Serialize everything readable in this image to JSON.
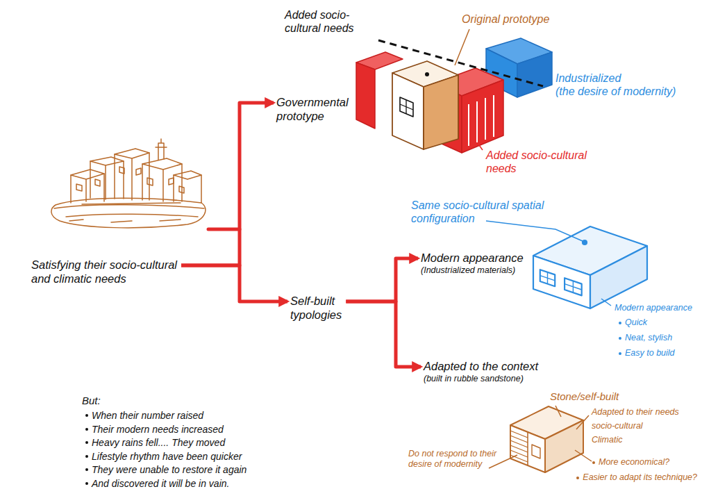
{
  "diagram": {
    "nodes": [
      {
        "text": [
          "Satisfying their socio-cultural and climatic needs"
        ]
      },
      {
        "text": [
          "Governmental prototype"
        ]
      },
      {
        "text": [
          "Self-built typologies"
        ]
      },
      {
        "text": [
          "Modern appearance",
          "(Industrialized materials)"
        ]
      },
      {
        "text": [
          "Adapted to the context",
          "(built in rubble sandstone)"
        ]
      }
    ],
    "edges": [
      {
        "from": 0,
        "to": 1,
        "arrow": "to"
      },
      {
        "from": 0,
        "to": 2,
        "arrow": "to"
      },
      {
        "from": 2,
        "to": 3,
        "arrow": "to"
      },
      {
        "from": 2,
        "to": 4,
        "arrow": "to"
      }
    ],
    "labels": [
      "Added socio-cultural needs",
      "Original prototype",
      "Industrialized (the desire of modernity)",
      "Added socio-cultural needs",
      "Same socio-cultural spatial configuration",
      "Modern appearance",
      "Quick",
      "Neat, stylish",
      "Easy to build",
      "Stone/self-built",
      "Adapted to their needs",
      "socio-cultural",
      "Climatic",
      "Do not respond to their desire of modernity",
      "More economical?",
      "Easier to adapt its technique?",
      "But:",
      "When their number raised",
      "Their modern needs increased",
      "Heavy rains fell.... They moved",
      "Lifestyle rhythm have been quicker",
      "They were unable to restore it again",
      "And discovered it will be in vain."
    ]
  }
}
